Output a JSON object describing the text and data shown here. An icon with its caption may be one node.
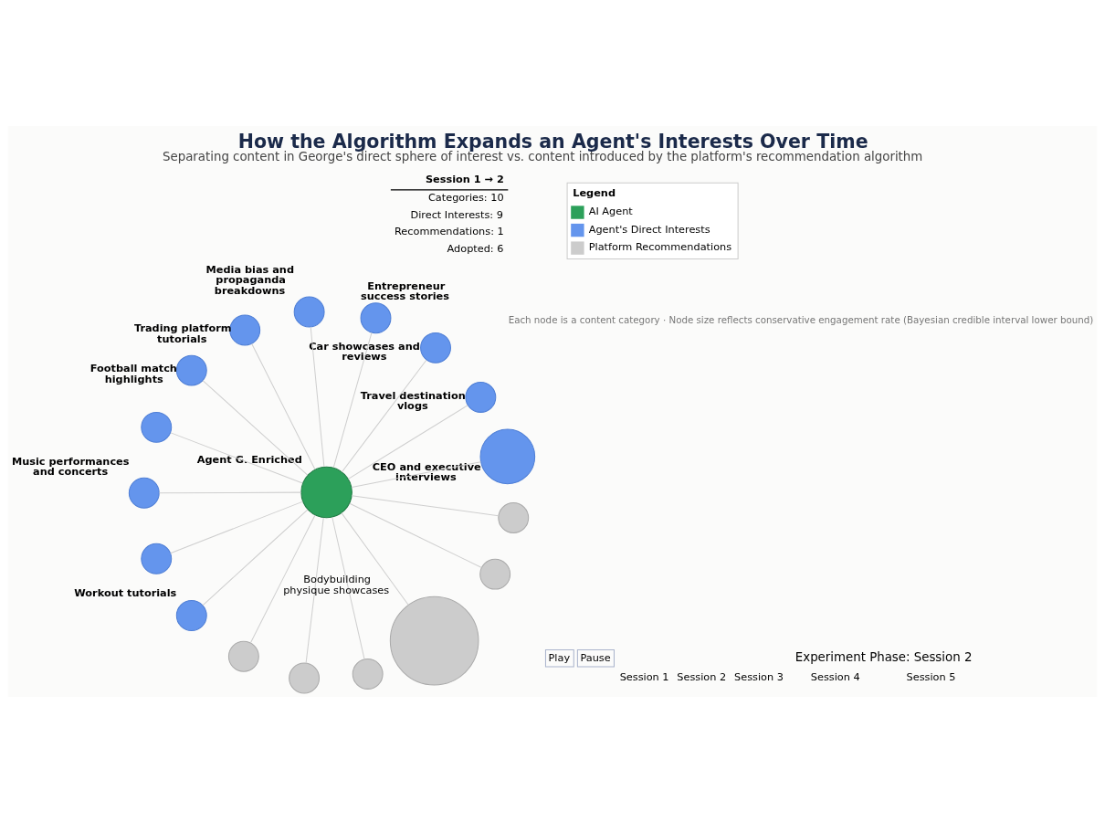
{
  "diagram": {
    "title": "How the Algorithm Expands an Agent's Interests Over Time",
    "caption": "Separating content in George's direct sphere of interest vs. content introduced by the platform's recommendation algorithm",
    "nodes": [
      {
        "text": [
          "Agent G. Enriched"
        ]
      },
      {
        "text": [
          "CEO and executive interviews"
        ]
      },
      {
        "text": [
          "Travel destination vlogs"
        ]
      },
      {
        "text": [
          "Car showcases and reviews"
        ]
      },
      {
        "text": [
          "Entrepreneur success stories"
        ]
      },
      {
        "text": [
          "Media bias and propaganda breakdowns"
        ]
      },
      {
        "text": [
          "Trading platform tutorials"
        ]
      },
      {
        "text": [
          "Football match highlights"
        ]
      },
      {
        "text": [],
        "shape": "circle"
      },
      {
        "text": [
          "Music performances and concerts"
        ]
      },
      {
        "text": [],
        "shape": "circle"
      },
      {
        "text": [
          "Workout tutorials"
        ]
      },
      {
        "text": [],
        "shape": "circle"
      },
      {
        "text": [],
        "shape": "circle"
      },
      {
        "text": [],
        "shape": "circle"
      },
      {
        "text": [
          "Bodybuilding physique showcases"
        ]
      },
      {
        "text": [],
        "shape": "circle"
      },
      {
        "text": [],
        "shape": "circle"
      }
    ],
    "edges": [
      {
        "from": 0,
        "to": 1,
        "arrow": "none"
      },
      {
        "from": 0,
        "to": 2,
        "arrow": "none"
      },
      {
        "from": 0,
        "to": 3,
        "arrow": "none"
      },
      {
        "from": 0,
        "to": 4,
        "arrow": "none"
      },
      {
        "from": 0,
        "to": 5,
        "arrow": "none"
      },
      {
        "from": 0,
        "to": 6,
        "arrow": "none"
      },
      {
        "from": 0,
        "to": 7,
        "arrow": "none"
      },
      {
        "from": 0,
        "to": 8,
        "arrow": "none"
      },
      {
        "from": 0,
        "to": 9,
        "arrow": "none"
      },
      {
        "from": 0,
        "to": 10,
        "arrow": "none"
      },
      {
        "from": 0,
        "to": 11,
        "arrow": "none"
      },
      {
        "from": 0,
        "to": 12,
        "arrow": "none"
      },
      {
        "from": 0,
        "to": 13,
        "arrow": "none"
      },
      {
        "from": 0,
        "to": 14,
        "arrow": "none"
      },
      {
        "from": 0,
        "to": 15,
        "arrow": "none"
      },
      {
        "from": 0,
        "to": 16,
        "arrow": "none"
      },
      {
        "from": 0,
        "to": 17,
        "arrow": "none"
      }
    ],
    "labels": [
      "Session 1 → 2",
      "Categories: 10",
      "Direct Interests: 9",
      "Recommendations: 1",
      "Adopted: 6",
      "Each node is a content category · Node size reflects conservative engagement rate (Bayesian credible interval lower bound)",
      "Play",
      "Pause",
      "Experiment Phase: Session 2",
      "Session 1",
      "Session 2",
      "Session 3",
      "Session 4",
      "Session 5",
      "Legend"
    ],
    "legend": [
      {
        "text": "AI Agent",
        "color": "#2ca05a"
      },
      {
        "text": "Agent's Direct Interests",
        "color": "#6495ed"
      },
      {
        "text": "Platform Recommendations",
        "color": "#cccccc"
      }
    ]
  }
}
